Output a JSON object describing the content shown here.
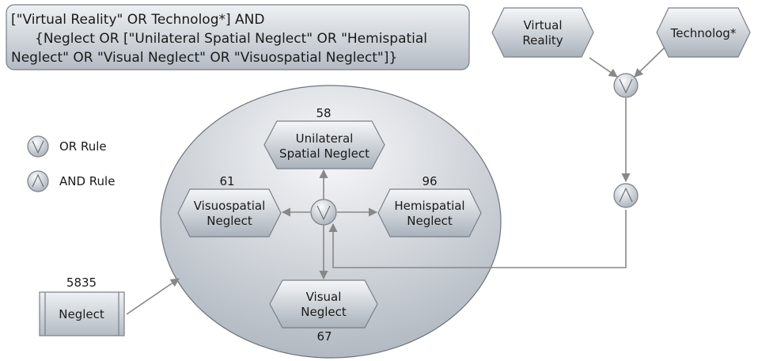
{
  "query": {
    "lines": [
      "[\"Virtual Reality\" OR Technolog*] AND",
      "{Neglect OR [\"Unilateral Spatial Neglect\" OR \"Hemispatial",
      "Neglect\" OR \"Visual Neglect\" OR \"Visuospatial Neglect\"]}"
    ]
  },
  "legend": {
    "or_rule": "OR Rule",
    "and_rule": "AND Rule"
  },
  "terms": {
    "virtual_reality": {
      "line1": "Virtual",
      "line2": "Reality"
    },
    "technolog": {
      "label": "Technolog*"
    },
    "neglect": {
      "label": "Neglect",
      "count": "5835"
    },
    "unilateral": {
      "line1": "Unilateral",
      "line2": "Spatial Neglect",
      "count": "58"
    },
    "visuospatial": {
      "line1": "Visuospatial",
      "line2": "Neglect",
      "count": "61"
    },
    "hemispatial": {
      "line1": "Hemispatial",
      "line2": "Neglect",
      "count": "96"
    },
    "visual": {
      "line1": "Visual",
      "line2": "Neglect",
      "count": "67"
    }
  },
  "colors": {
    "shape_light": "#f4f6f8",
    "shape_dark": "#aab2bb",
    "stroke": "#7a8089",
    "connector": "#888888"
  }
}
